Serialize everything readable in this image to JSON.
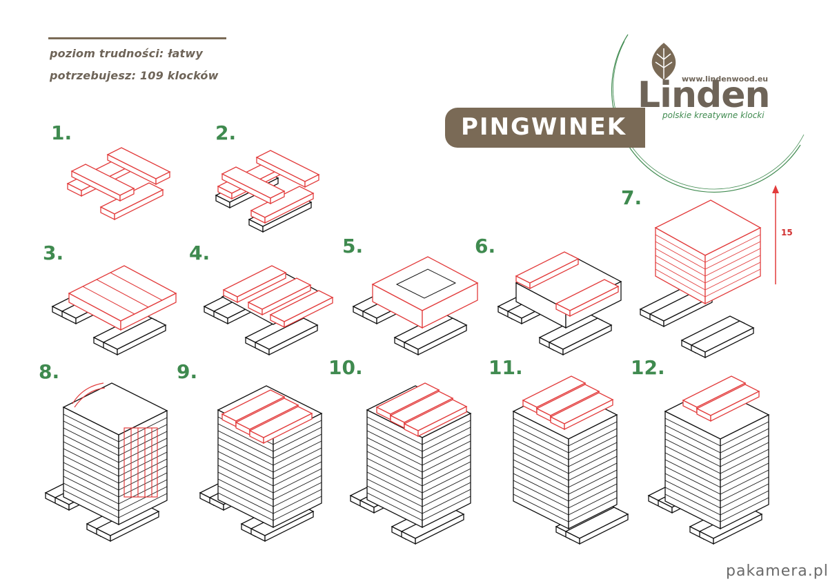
{
  "header": {
    "difficulty": "poziom trudności: łatwy",
    "requirement": "potrzebujesz:  109 klocków"
  },
  "title": "PINGWINEK",
  "logo": {
    "url": "www.lindenwood.eu",
    "wordmark": "Linden",
    "tagline": "polskie kreatywne klocki",
    "leaf_icon": "leaf-icon"
  },
  "steps": [
    {
      "label": "1."
    },
    {
      "label": "2."
    },
    {
      "label": "3."
    },
    {
      "label": "4."
    },
    {
      "label": "5."
    },
    {
      "label": "6."
    },
    {
      "label": "7."
    },
    {
      "label": "8."
    },
    {
      "label": "9."
    },
    {
      "label": "10."
    },
    {
      "label": "11."
    },
    {
      "label": "12."
    }
  ],
  "height_arrow": {
    "label": "15"
  },
  "watermark": "pakamera.pl",
  "colors": {
    "brand_brown": "#7a6a56",
    "step_green": "#3f8a4f",
    "highlight_red": "#e23b3b",
    "block_black": "#111111"
  }
}
